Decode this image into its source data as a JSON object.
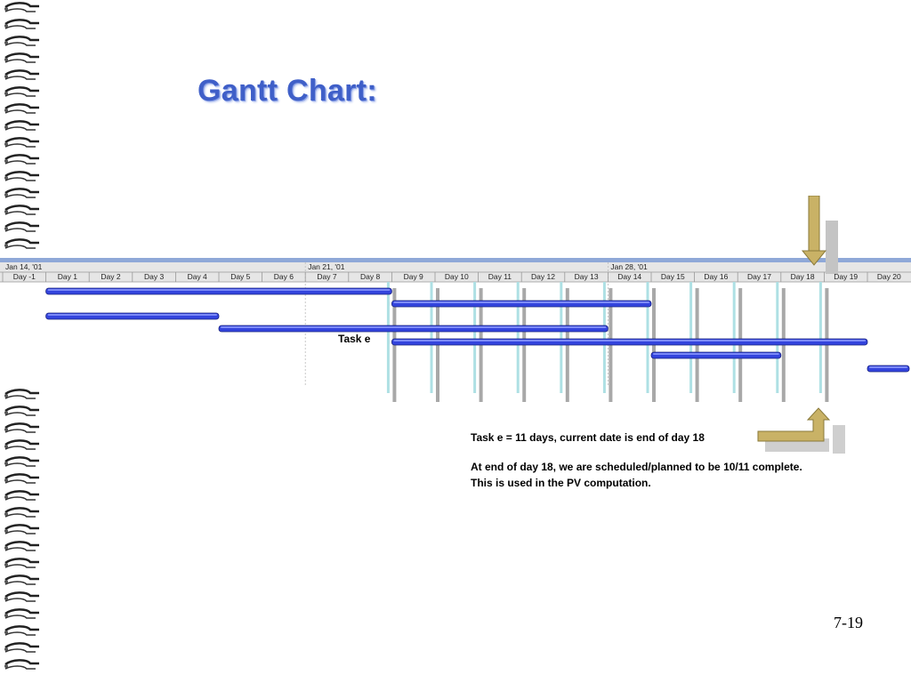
{
  "title": "Gantt Chart:",
  "weeks": [
    "Jan 14, '01",
    "Jan 21, '01",
    "Jan 28, '01"
  ],
  "days": [
    "Day -1",
    "Day 1",
    "Day 2",
    "Day 3",
    "Day 4",
    "Day 5",
    "Day 6",
    "Day 7",
    "Day 8",
    "Day 9",
    "Day 10",
    "Day 11",
    "Day 12",
    "Day 13",
    "Day 14",
    "Day 15",
    "Day 16",
    "Day 17",
    "Day 18",
    "Day 19",
    "Day 20"
  ],
  "task_label": "Task e",
  "bars": [
    {
      "start": 0,
      "end": 8
    },
    {
      "start": 8,
      "end": 14
    },
    {
      "start": 0,
      "end": 4
    },
    {
      "start": 4,
      "end": 13
    },
    {
      "start": 8,
      "end": 19
    },
    {
      "start": 14,
      "end": 17
    },
    {
      "start": 19,
      "end": 20.5
    }
  ],
  "annotation": {
    "line1": "Task e = 11 days, current date is end of day 18",
    "line2": "At end of day 18, we are scheduled/planned to be 10/11 complete.",
    "line3": "This is used in the PV computation."
  },
  "page_number": "7-19",
  "colors": {
    "title": "#3f5fc8",
    "bar": "#3344dd",
    "arrow": "#c9b266",
    "header_bg": "#e6e6e6"
  }
}
